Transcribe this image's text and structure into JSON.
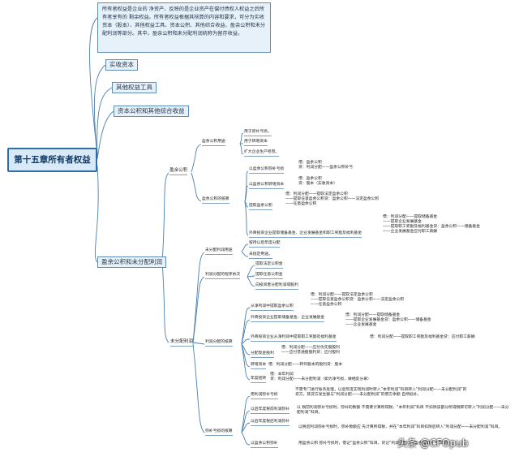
{
  "root": {
    "title": "第十五章所有者权益"
  },
  "intro": "所有者权益是企业的 净资产、反映的是企业资产在偿付债权人权益之后所有者享有的 剩余权益。所有者权益根据其核算的内容和要求，可分为实收资本（股本）、其他权益工具、资本公积、其他综合收益、盈余公积和未分配利润等部分。其中，盈余公积和未分配利润统称为留存收益。",
  "branches": [
    "实收资本",
    "其他权益工具",
    "资本公积和其他综合收益",
    "盈余公积和未分配利润"
  ],
  "surplus": {
    "title": "盈余公积",
    "uses": {
      "label": "盈余公积用途",
      "items": [
        "用于弥补亏损。",
        "用于转增资本",
        "扩大企业生产经营。"
      ]
    },
    "accounting": {
      "label": "盈余公积的核算",
      "items": [
        {
          "label": "以盈余公积弥补亏损",
          "entry": "借：盈余公积\n贷：利润分配——盈余公积补亏"
        },
        {
          "label": "以盈余公积转增资本",
          "entry": "借：盈余公积\n贷：股本（实收资本）"
        },
        {
          "label": "提取盈余公积",
          "entry": "借：利润分配——提取法定盈余公积\n——提取任意盈余公积贷：盈余公积——法定盈余公积\n——任意盈余公积"
        },
        {
          "label": "外商投资企业提取储备基金、企业发展基金和职工奖励及福利基金",
          "entry": "借：利润分配——提取储备基金\n——提取企业发展基金\n——提取职工奖励及福利基金贷：盈余公积——储备基金\n——企业发展基金应付职工薪酬"
        }
      ]
    }
  },
  "undistributed": {
    "title": "未分配利润",
    "usage": {
      "label": "未分配利润用途",
      "items": [
        "留待以后年度分配",
        "未指定用途。"
      ]
    },
    "order": {
      "label": "利润分配的程序依次",
      "items": [
        "提取法定公积金",
        "提取任意公积金",
        "向投资者分配利润或股利"
      ]
    },
    "accounting": {
      "label": "利润分配的核算",
      "items": [
        {
          "label": "从净利润中提取盈余公积",
          "entry": "借：利润分配——提取法定盈余公积\n——提取任意盈余公积贷：盈余公积——法定盈余公积\n——任意盈余公积"
        },
        {
          "label": "外商投资企业提取储备基金、企业发展基金",
          "entry": "借：利润分配——提取储备基金\n——提取企业发展基金贷：盈余公积——储备基金\n——企业发展基金"
        },
        {
          "label": "外商投资企业从净利润中提取职工奖励及福利基金",
          "entry": "借：利润分配——提取职工奖励及福利基金贷：应付职工薪酬"
        },
        {
          "label": "分配现金股利",
          "entry": "借：利润分配——应付优先股股利\n——应付普通股股利贷：应付股利"
        },
        {
          "label": "转增资本",
          "entry": "借：利润分配——转作股本的股利贷：股本"
        },
        {
          "label": "年度结转",
          "entry": "借：本年利润\n贷：利润分配——未分配利润（如为净亏损，做相反分录）"
        }
      ]
    },
    "loss": {
      "label": "弥补亏损的核算",
      "items": [
        {
          "label": "用利润弥补亏损",
          "text": "不需专门进行账务处理，以后年度实现利润时转入“本年利润”科目转入“利润分配——未分配利润”的贷方，其贷方发生额与“利润分配——未分配利润”的借方余额 自然抵补。"
        },
        {
          "label": "以后年度税前利润弥补",
          "text": "以 税前利润弥补亏损时，弥补的数额 不需要计算所得税，“本年利润”科目 不扣除该部分所得税即可转入“利润分配——未分配利润”科目。"
        },
        {
          "label": "以后年度税后利润弥补",
          "text": "以税后利润弥补亏损时，弥补数额应 先计算所得税，并在“本年利润”科目扣除后转入“利润分配——未分配利润”科目。"
        },
        {
          "label": "以盈余公积弥补",
          "text": "用盈余公积 弥补亏损时，借记“盈余公积”科目，贷记“利润分配——盈余公积补亏”科目。"
        }
      ]
    }
  },
  "watermark": "头条 @CFOpub",
  "colors": {
    "line": "#4a7fae",
    "box_fill": "#e6f1fa",
    "box_border": "#5f8bb5",
    "root_border": "#2d6fa8"
  }
}
